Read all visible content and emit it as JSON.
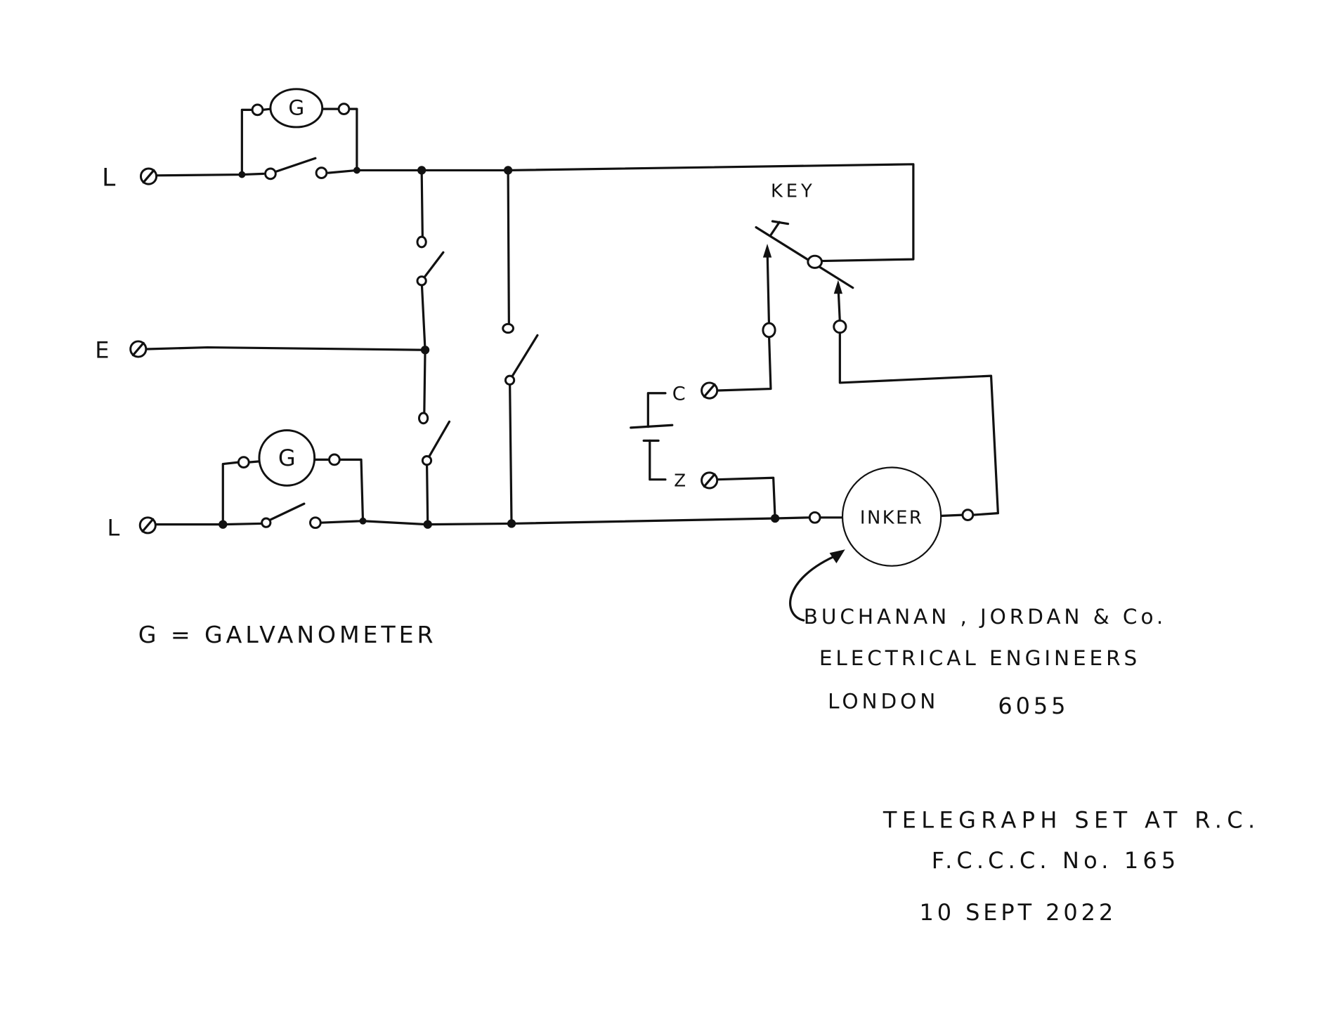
{
  "terminals": {
    "line_top": "L",
    "earth": "E",
    "line_bottom": "L",
    "copper": "C",
    "zinc": "Z"
  },
  "components": {
    "galvanometer_top": "G",
    "galvanometer_bottom": "G",
    "key": "KEY",
    "inker": "INKER"
  },
  "legend": "G = GALVANOMETER",
  "maker": {
    "line1": "BUCHANAN , JORDAN & Co.",
    "line2": "ELECTRICAL ENGINEERS",
    "line3_city": "LONDON",
    "line3_number": "6055"
  },
  "title": {
    "line1": "TELEGRAPH SET AT R.C.",
    "line2": "F.C.C.C. No. 165",
    "date": "10 SEPT 2022"
  }
}
